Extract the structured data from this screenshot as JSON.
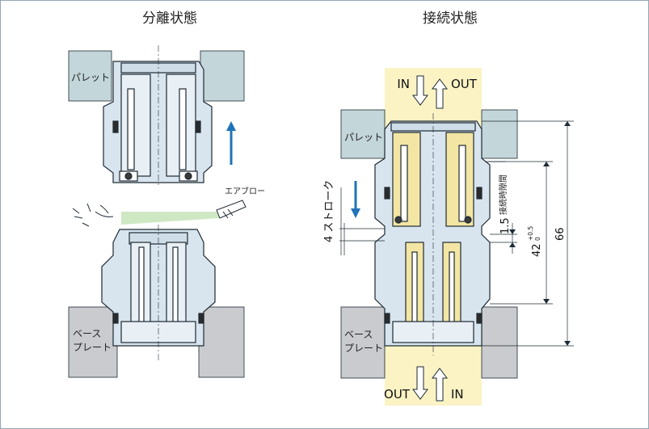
{
  "left_panel": {
    "title": "分離状態",
    "pallet_label": "パレット",
    "air_blow_label": "エアブロー",
    "base_plate_label": "ベース\nプレート"
  },
  "right_panel": {
    "title": "接続状態",
    "pallet_label": "パレット",
    "base_plate_label": "ベース\nプレート",
    "top_in": "IN",
    "top_out": "OUT",
    "bottom_out": "OUT",
    "bottom_in": "IN",
    "stroke_label": "4 ストローク",
    "dim_gap_label": "接続時隙間",
    "dim_gap_value": "1.5",
    "dim_42": "42",
    "dim_42_tol_upper": "+0.5",
    "dim_42_tol_lower": "0",
    "dim_66": "66"
  },
  "colors": {
    "plate": "#c3d6d9",
    "base_plate": "#c9cbce",
    "body": "#d9e5ee",
    "line": "#1e2a33",
    "flow": "#fbf3c4",
    "flow_inner": "#f3e6a4",
    "arrow_blue": "#1f73b8",
    "air_green": "#bfe0b0"
  }
}
